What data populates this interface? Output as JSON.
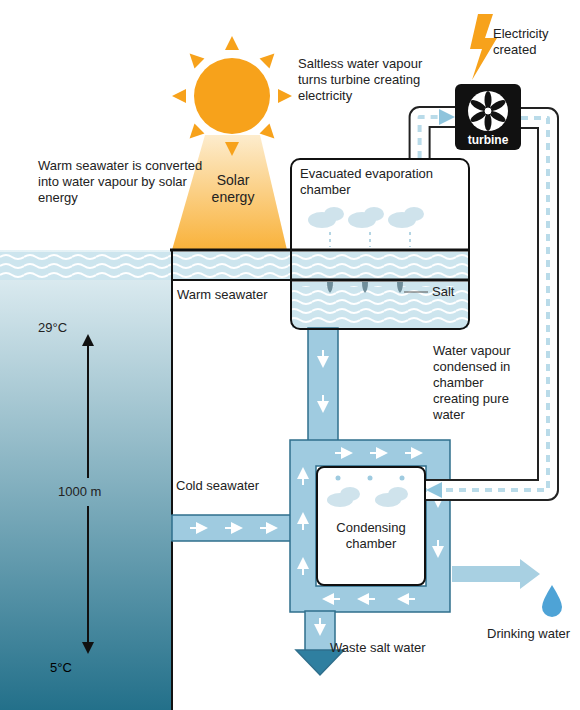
{
  "diagram": {
    "nodes": [
      {
        "text": [
          "turbine"
        ]
      },
      {
        "text": [
          "Evacuated evaporation chamber"
        ]
      },
      {
        "text": [
          "Condensing chamber"
        ]
      }
    ],
    "edges": [
      {
        "from": 1,
        "to": 0,
        "arrow": "to"
      },
      {
        "from": 0,
        "to": 2,
        "arrow": "to"
      }
    ],
    "labels": [
      "Saltless water vapour turns turbine creating electricity",
      "Electricity created",
      "Warm seawater is converted into water vapour by solar energy",
      "Solar energy",
      "Warm seawater",
      "Salt",
      "29°C",
      "Water vapour condensed in chamber creating pure water",
      "1000 m",
      "Cold seawater",
      "5°C",
      "Waste salt water",
      "Drinking water"
    ]
  }
}
